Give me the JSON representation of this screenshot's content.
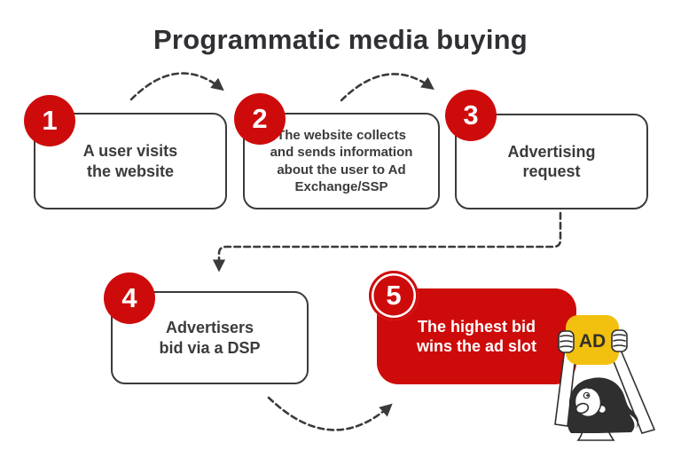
{
  "title": "Programmatic media buying",
  "colors": {
    "red": "#CE0B0B",
    "dark": "#3B3B3B",
    "yellow": "#F2C00E",
    "hair": "#2F2F2F",
    "background": "#FFFFFF",
    "step_text_on_red": "#FFFFFF"
  },
  "steps": [
    {
      "number": "1",
      "label": "A user visits\nthe website"
    },
    {
      "number": "2",
      "label": "The website collects\nand sends information\nabout the user to Ad\nExchange/SSP"
    },
    {
      "number": "3",
      "label": "Advertising\nrequest"
    },
    {
      "number": "4",
      "label": "Advertisers\nbid via a DSP"
    },
    {
      "number": "5",
      "label": "The highest bid\nwins the ad slot"
    }
  ],
  "illustration": {
    "ad_sign_label": "AD"
  }
}
